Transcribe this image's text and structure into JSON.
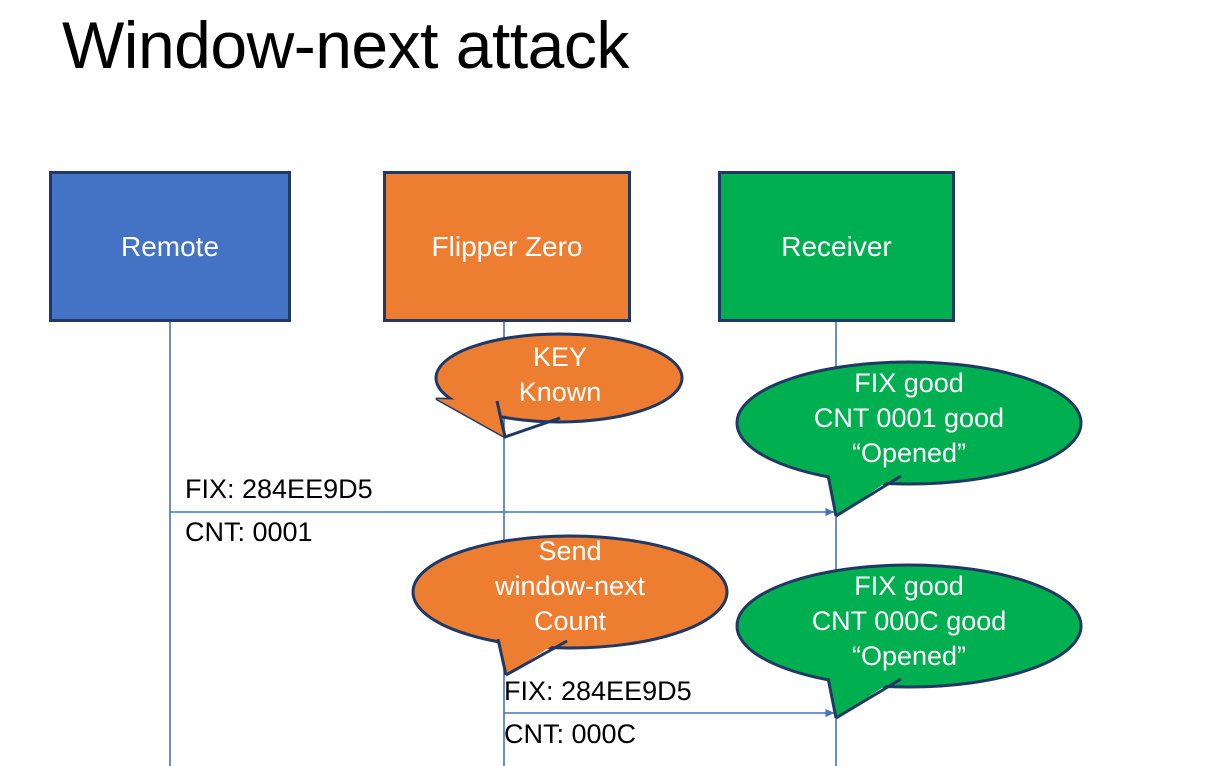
{
  "slide": {
    "title": "Window-next attack",
    "background": "#ffffff"
  },
  "colors": {
    "remote": "#4472C4",
    "flipper": "#ED7D31",
    "receiver": "#00B050",
    "outline": "#1F3864",
    "line": "#4472C4",
    "text_on_shape": "#ffffff",
    "text_body": "#000000"
  },
  "actors": [
    {
      "name": "remote",
      "label": "Remote",
      "color": "#4472C4"
    },
    {
      "name": "flipper",
      "label": "Flipper Zero",
      "color": "#ED7D31"
    },
    {
      "name": "receiver",
      "label": "Receiver",
      "color": "#00B050"
    }
  ],
  "callouts": [
    {
      "name": "flipper-key-known",
      "owner": "flipper",
      "color": "#ED7D31",
      "lines": [
        "KEY",
        "Known"
      ]
    },
    {
      "name": "receiver-first-verdict",
      "owner": "receiver",
      "color": "#00B050",
      "lines": [
        "FIX good",
        "CNT 0001 good",
        "“Opened”"
      ]
    },
    {
      "name": "flipper-send-window-next",
      "owner": "flipper",
      "color": "#ED7D31",
      "lines": [
        "Send",
        "window-next",
        "Count"
      ]
    },
    {
      "name": "receiver-second-verdict",
      "owner": "receiver",
      "color": "#00B050",
      "lines": [
        "FIX good",
        "CNT 000C good",
        "“Opened”"
      ]
    }
  ],
  "messages": [
    {
      "name": "remote-to-receiver",
      "from": "remote",
      "to": "receiver",
      "fix": "FIX: 284EE9D5",
      "cnt": "CNT: 0001"
    },
    {
      "name": "flipper-to-receiver",
      "from": "flipper",
      "to": "receiver",
      "fix": "FIX: 284EE9D5",
      "cnt": "CNT: 000C"
    }
  ]
}
